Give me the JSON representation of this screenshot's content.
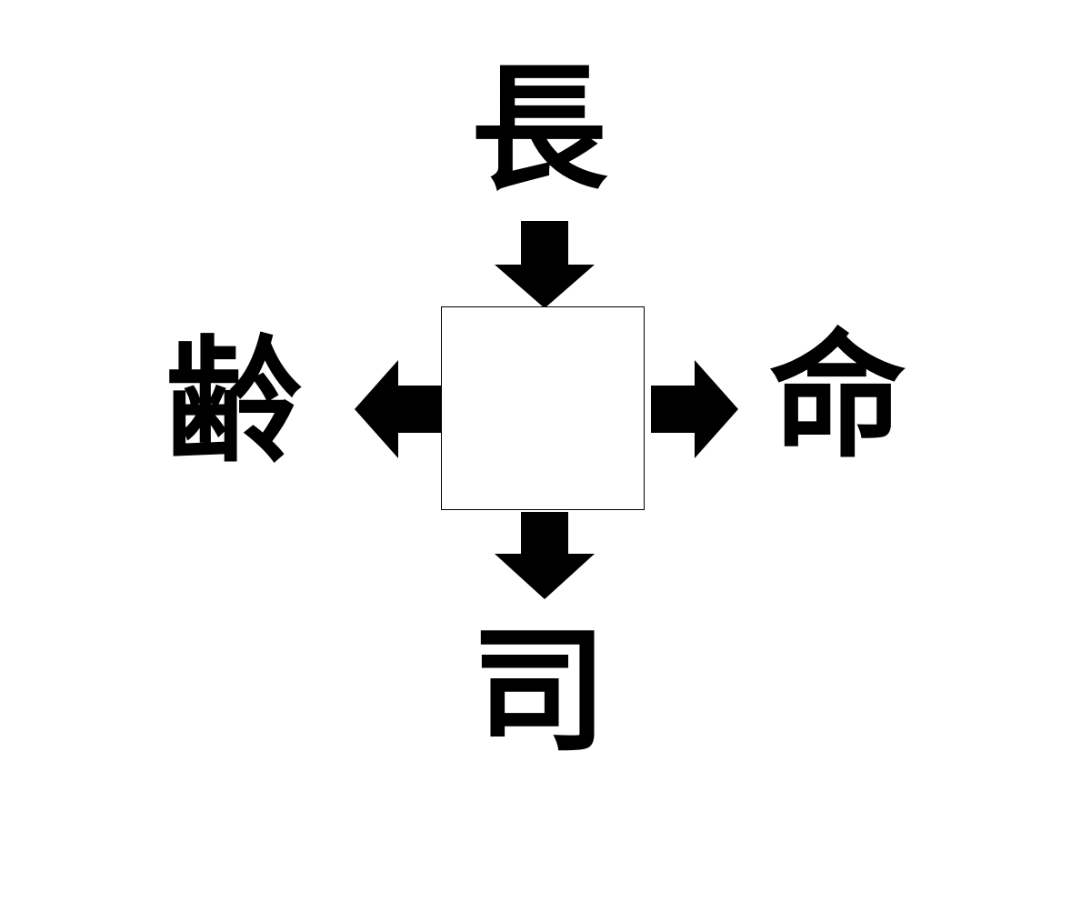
{
  "puzzle": {
    "top_char": "長",
    "left_char": "齢",
    "right_char": "命",
    "bottom_char": "司",
    "answer_blank": ""
  },
  "colors": {
    "ink": "#000000",
    "background": "#ffffff"
  }
}
